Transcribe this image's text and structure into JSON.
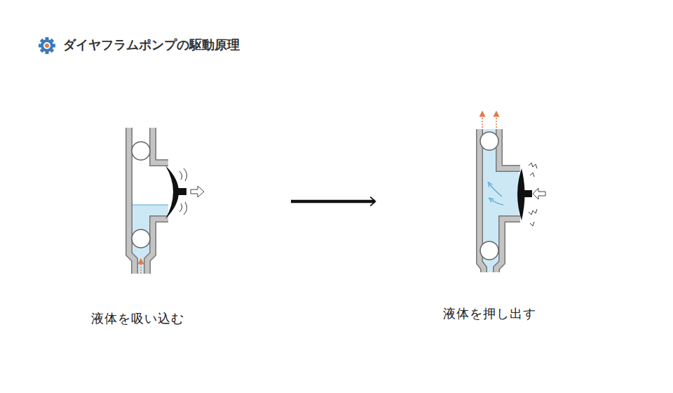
{
  "diagram": {
    "title": "ダイヤフラムポンプの駆動原理",
    "nodes": [
      {
        "text": [
          "液体を吸い込む"
        ]
      },
      {
        "text": [
          "液体を押し出す"
        ]
      }
    ],
    "edges": [
      {
        "from": 0,
        "to": 1,
        "arrow": "to"
      }
    ]
  }
}
